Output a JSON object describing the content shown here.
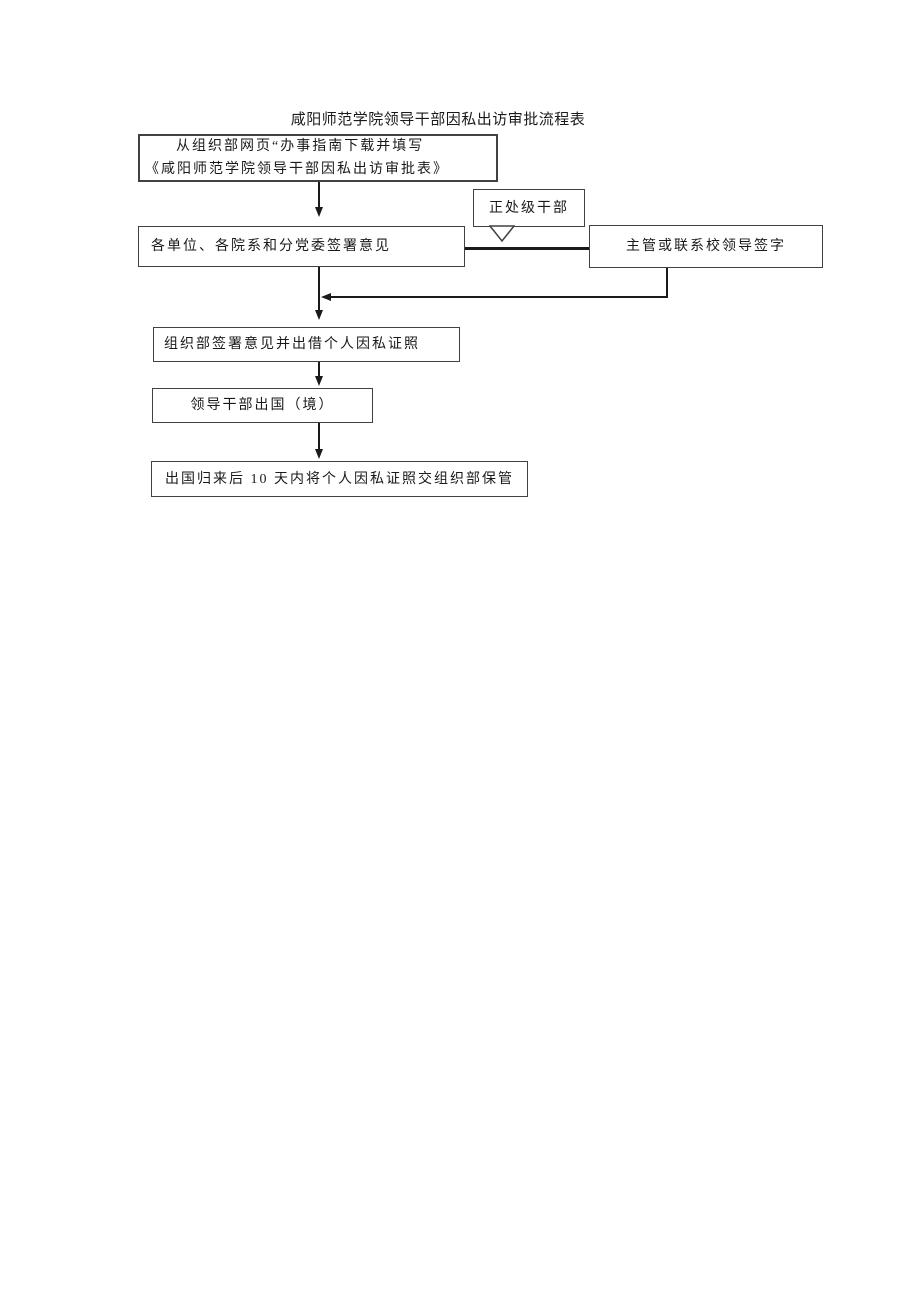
{
  "document": {
    "title": "咸阳师范学院领导干部因私出访审批流程表"
  },
  "flowchart": {
    "step1": {
      "line1": "从组织部网页“办事指南下载并填写",
      "line2": "《咸阳师范学院领导干部因私出访审批表》"
    },
    "step2": {
      "label": "各单位、各院系和分党委签署意见"
    },
    "step3": {
      "label": "主管或联系校领导签字"
    },
    "callout": {
      "label": "正处级干部"
    },
    "step4": {
      "label": "组织部签署意见并出借个人因私证照"
    },
    "step5": {
      "label": "领导干部出国（境）"
    },
    "step6": {
      "label": "出国归来后 10 天内将个人因私证照交组织部保管"
    },
    "colors": {
      "background": "#ffffff",
      "box_border": "#414141",
      "connector_line": "#1a1a1a",
      "text": "#1a1a1a"
    }
  }
}
